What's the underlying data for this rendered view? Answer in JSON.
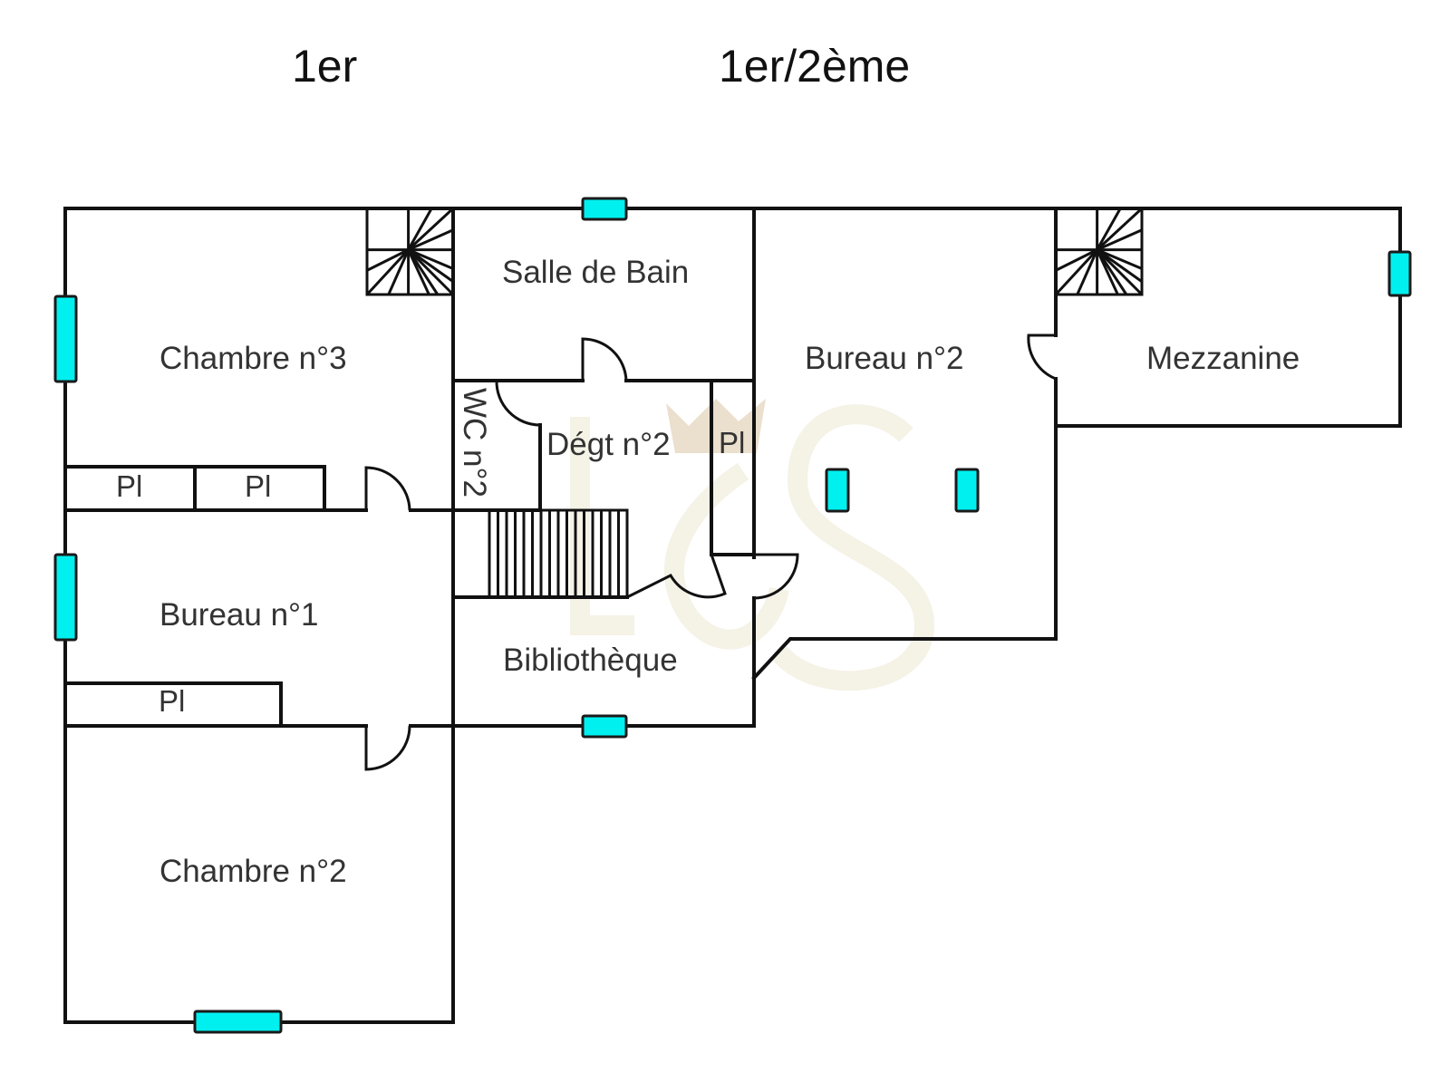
{
  "titles": {
    "left": "1er",
    "right": "1er/2ème"
  },
  "rooms": {
    "chambre3": "Chambre n°3",
    "salle_de_bain": "Salle de Bain",
    "bureau2": "Bureau n°2",
    "mezzanine": "Mezzanine",
    "wc2": "WC n°2",
    "degt2": "Dégt n°2",
    "bureau1": "Bureau n°1",
    "bibliotheque": "Bibliothèque",
    "chambre2": "Chambre n°2"
  },
  "closets": {
    "label": "Pl"
  },
  "colors": {
    "window": "#00f0f0",
    "wall": "#111111",
    "watermark": "#f4f1e3"
  },
  "watermark": {
    "text": "L&S"
  }
}
